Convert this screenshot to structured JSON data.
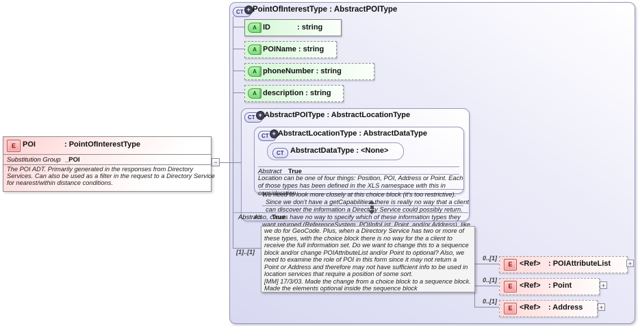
{
  "diagram": {
    "collapse_symbol": "−",
    "expand_symbol": "+",
    "ct_plus_symbol": "+",
    "poi": {
      "icon_label": "E",
      "name": "POI",
      "type": ": PointOfInterestType",
      "substitution_label": "Substitution Group",
      "substitution_value": "_POI",
      "doc_lines": [
        "The POI ADT. Primarily generated in the responses from Directory",
        "Services. Can also be used as a filter in the request to a Directory Service",
        "for nearest/within distance conditions."
      ]
    },
    "main_box": {
      "icon_label": "CT",
      "title": "PointOfInterestType : AbstractPOIType"
    },
    "attributes": [
      {
        "icon_label": "A",
        "name": "ID",
        "type": ": string"
      },
      {
        "icon_label": "A",
        "name": "POIName",
        "type": ": string"
      },
      {
        "icon_label": "A",
        "name": "phoneNumber",
        "type": ": string"
      },
      {
        "icon_label": "A",
        "name": "description",
        "type": ": string"
      }
    ],
    "abstract_poi_box": {
      "icon_label": "CT",
      "title": "AbstractPOIType : AbstractLocationType",
      "abstract_label": "Abstract",
      "abstract_value": "True"
    },
    "abstract_location_box": {
      "icon_label": "CT",
      "title": "AbstractLocationType : AbstractDataType",
      "abstract_label": "Abstract",
      "abstract_value": "True",
      "doc_lines": [
        "Location can be one of four things: Position, POI, Address or Point. Each",
        "of those types has been defined in the XLS namespace with this in",
        "consideration."
      ]
    },
    "abstract_data_box": {
      "icon_label": "CT",
      "title": "AbstractDataType : <None>"
    },
    "overflow_doc_lines": [
      "We need to look more closely at this choice block (it's too restrictive).",
      "Since we don't have a getCapabilities, there is really no way that a client",
      "can discover the information a Directory Service could possibly return.",
      "Also, clients have no way to specify which of these information types they",
      "want returned (ReferenceSystem, POIInfoList, Point, and/or Address), like"
    ],
    "annotation_box_lines": [
      "we do for GeoCode. Plus, when a Directory Service has two or more of",
      "these types, with the choice block there is no way for the a client to",
      "receive the full information set. Do we want to change this to a sequence",
      "block and/or change POIAttributeList and/or Point to optional? Also, we",
      "need to examine the role of POI in this form since it may not return a",
      "Point or Address and therefore may not have sufficient info to be used in",
      "location services that require a position of some sort.",
      "[MM] 17/3/03. Made the change from a choice block to a sequence block.",
      "Made the elements optional inside the sequence block"
    ],
    "sequence_cardinality": "[1]..[1]",
    "elements": [
      {
        "cardinality": "0..[1]",
        "icon_label": "E",
        "name": "<Ref>",
        "type": ": POIAttributeList"
      },
      {
        "cardinality": "0..[1]",
        "icon_label": "E",
        "name": "<Ref>",
        "type": ": Point"
      },
      {
        "cardinality": "0..[1]",
        "icon_label": "E",
        "name": "<Ref>",
        "type": ": Address"
      }
    ],
    "colors": {
      "box_border": "#9595b5",
      "lavender": "#d8d8f1",
      "green": "#d4f7d4",
      "pink": "#ffd9d9",
      "line": "#8a8a9f"
    }
  }
}
